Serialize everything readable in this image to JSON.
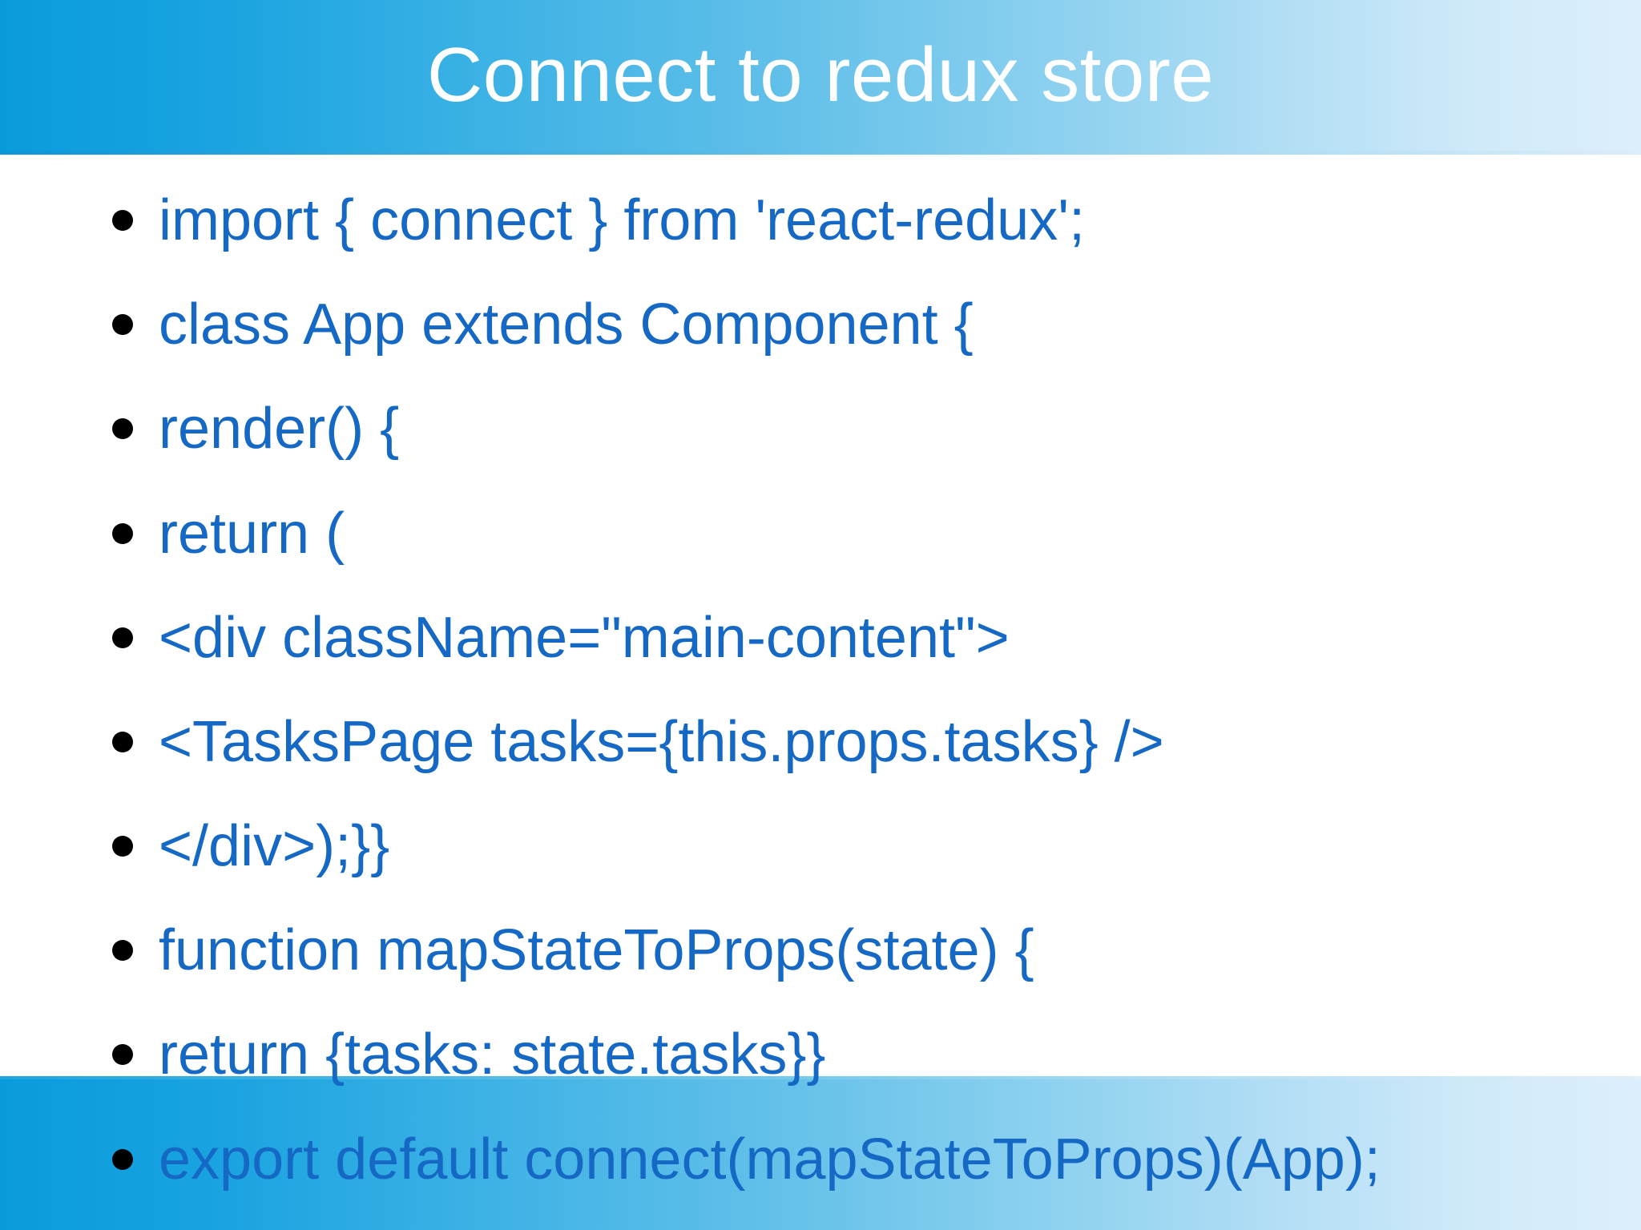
{
  "slide": {
    "title": "Connect to redux store",
    "title_color": "#ffffff",
    "header_gradient_from": "#0a9bdd",
    "header_gradient_to": "#dceefb",
    "body_background": "#ffffff",
    "bullet_marker_color": "#000000",
    "code_text_color": "#1569c5"
  },
  "content": {
    "bullets": [
      {
        "text": "import { connect } from 'react-redux';"
      },
      {
        "text": "class App extends Component {"
      },
      {
        "text": "render() {"
      },
      {
        "text": "return ("
      },
      {
        "text": "<div className=\"main-content\">"
      },
      {
        "text": "<TasksPage tasks={this.props.tasks} />"
      },
      {
        "text": "</div>);}}"
      },
      {
        "text": "function mapStateToProps(state) {"
      },
      {
        "text": "return {tasks: state.tasks}}"
      },
      {
        "text": "export default connect(mapStateToProps)(App);"
      }
    ]
  }
}
